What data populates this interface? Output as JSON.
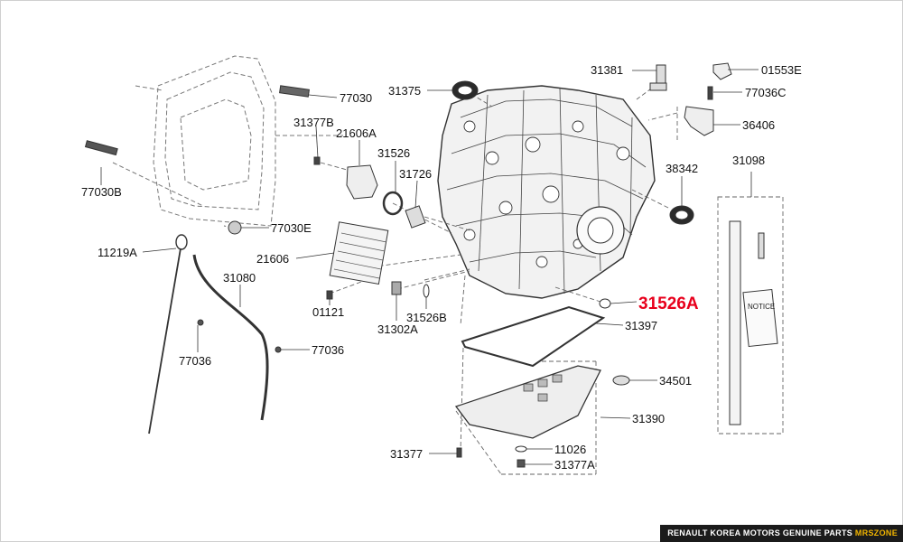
{
  "colors": {
    "highlight": "#e8001c",
    "footer_bg": "#1b1b1b",
    "footer_brand": "#f0b400"
  },
  "footer": {
    "text": "RENAULT KOREA MOTORS GENUINE PARTS",
    "brand": "MRSZONE"
  },
  "notice_text": "NOTICE",
  "parts": {
    "p01553E": "01553E",
    "p31381": "31381",
    "p77036C": "77036C",
    "p36406": "36406",
    "p31375": "31375",
    "p77030": "77030",
    "p31377B": "31377B",
    "p21606A": "21606A",
    "p31526": "31526",
    "p31726": "31726",
    "p38342": "38342",
    "p31098": "31098",
    "p77030B": "77030B",
    "p77030E": "77030E",
    "p11219A": "11219A",
    "p21606": "21606",
    "p31080": "31080",
    "p01121": "01121",
    "p31302A": "31302A",
    "p31526B": "31526B",
    "p31526A": "31526A",
    "p31397": "31397",
    "p77036": "77036",
    "p77036b": "77036",
    "p34501": "34501",
    "p31390": "31390",
    "p31377": "31377",
    "p11026": "11026",
    "p31377A": "31377A"
  }
}
